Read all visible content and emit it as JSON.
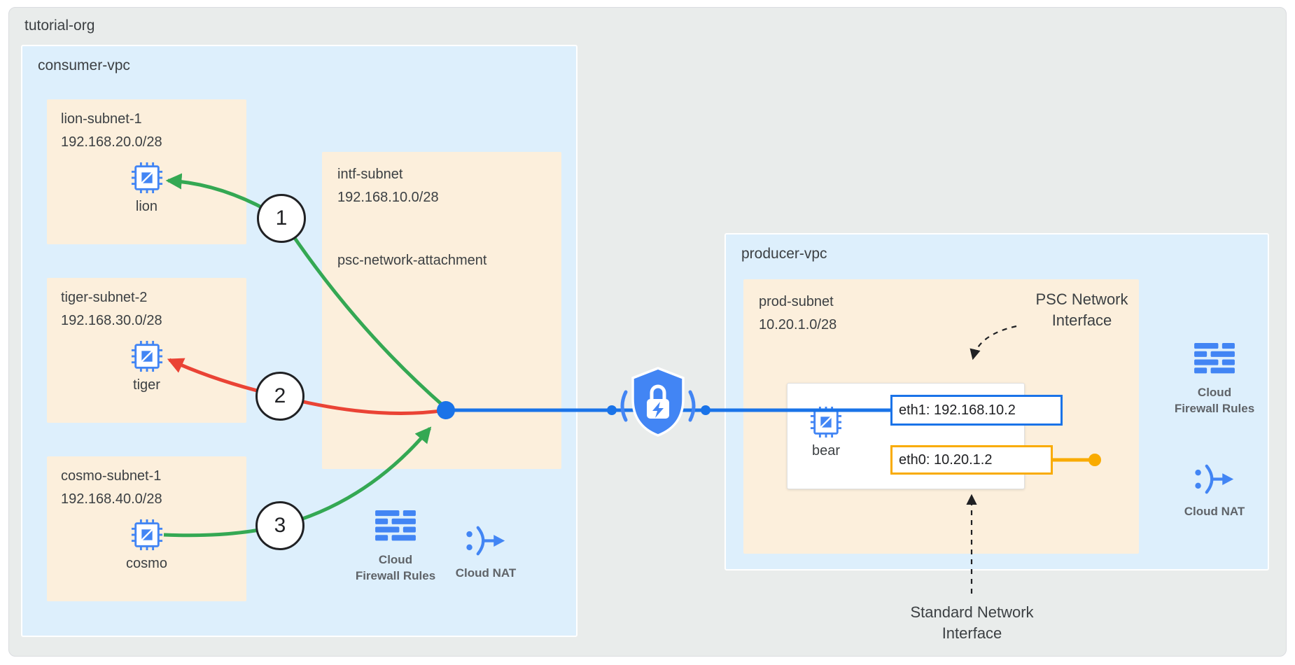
{
  "org": {
    "label": "tutorial-org"
  },
  "consumer_vpc": {
    "label": "consumer-vpc",
    "subnets": [
      {
        "name": "lion-subnet-1",
        "cidr": "192.168.20.0/28",
        "vm": "lion"
      },
      {
        "name": "tiger-subnet-2",
        "cidr": "192.168.30.0/28",
        "vm": "tiger"
      },
      {
        "name": "cosmo-subnet-1",
        "cidr": "192.168.40.0/28",
        "vm": "cosmo"
      }
    ],
    "intf_subnet": {
      "name": "intf-subnet",
      "cidr": "192.168.10.0/28",
      "attachment_label": "psc-network-attachment"
    },
    "steps": [
      "1",
      "2",
      "3"
    ],
    "firewall_label_line1": "Cloud",
    "firewall_label_line2": "Firewall Rules",
    "nat_label": "Cloud NAT"
  },
  "producer_vpc": {
    "label": "producer-vpc",
    "subnet": {
      "name": "prod-subnet",
      "cidr": "10.20.1.0/28"
    },
    "vm": {
      "name": "bear"
    },
    "interfaces": {
      "eth1": "eth1: 192.168.10.2",
      "eth0": "eth0: 10.20.1.2"
    },
    "annotations": {
      "psc_line1": "PSC Network",
      "psc_line2": "Interface",
      "std_line1": "Standard Network",
      "std_line2": "Interface"
    },
    "firewall_label_line1": "Cloud",
    "firewall_label_line2": "Firewall Rules",
    "nat_label": "Cloud NAT"
  },
  "icons": {
    "vm": "vm-instance-icon",
    "firewall": "cloud-firewall-rules-icon",
    "nat": "cloud-nat-icon",
    "psc": "psc-shield-lock-icon"
  },
  "colors": {
    "arrow_green": "#34a853",
    "arrow_red": "#ea4335",
    "link_blue": "#1a73e8",
    "icon_blue": "#4285f4",
    "nic_yellow": "#f9ab00",
    "vpc_fill": "#ddeffc",
    "subnet_fill": "#fcefdc",
    "org_fill": "#e9eceb"
  }
}
